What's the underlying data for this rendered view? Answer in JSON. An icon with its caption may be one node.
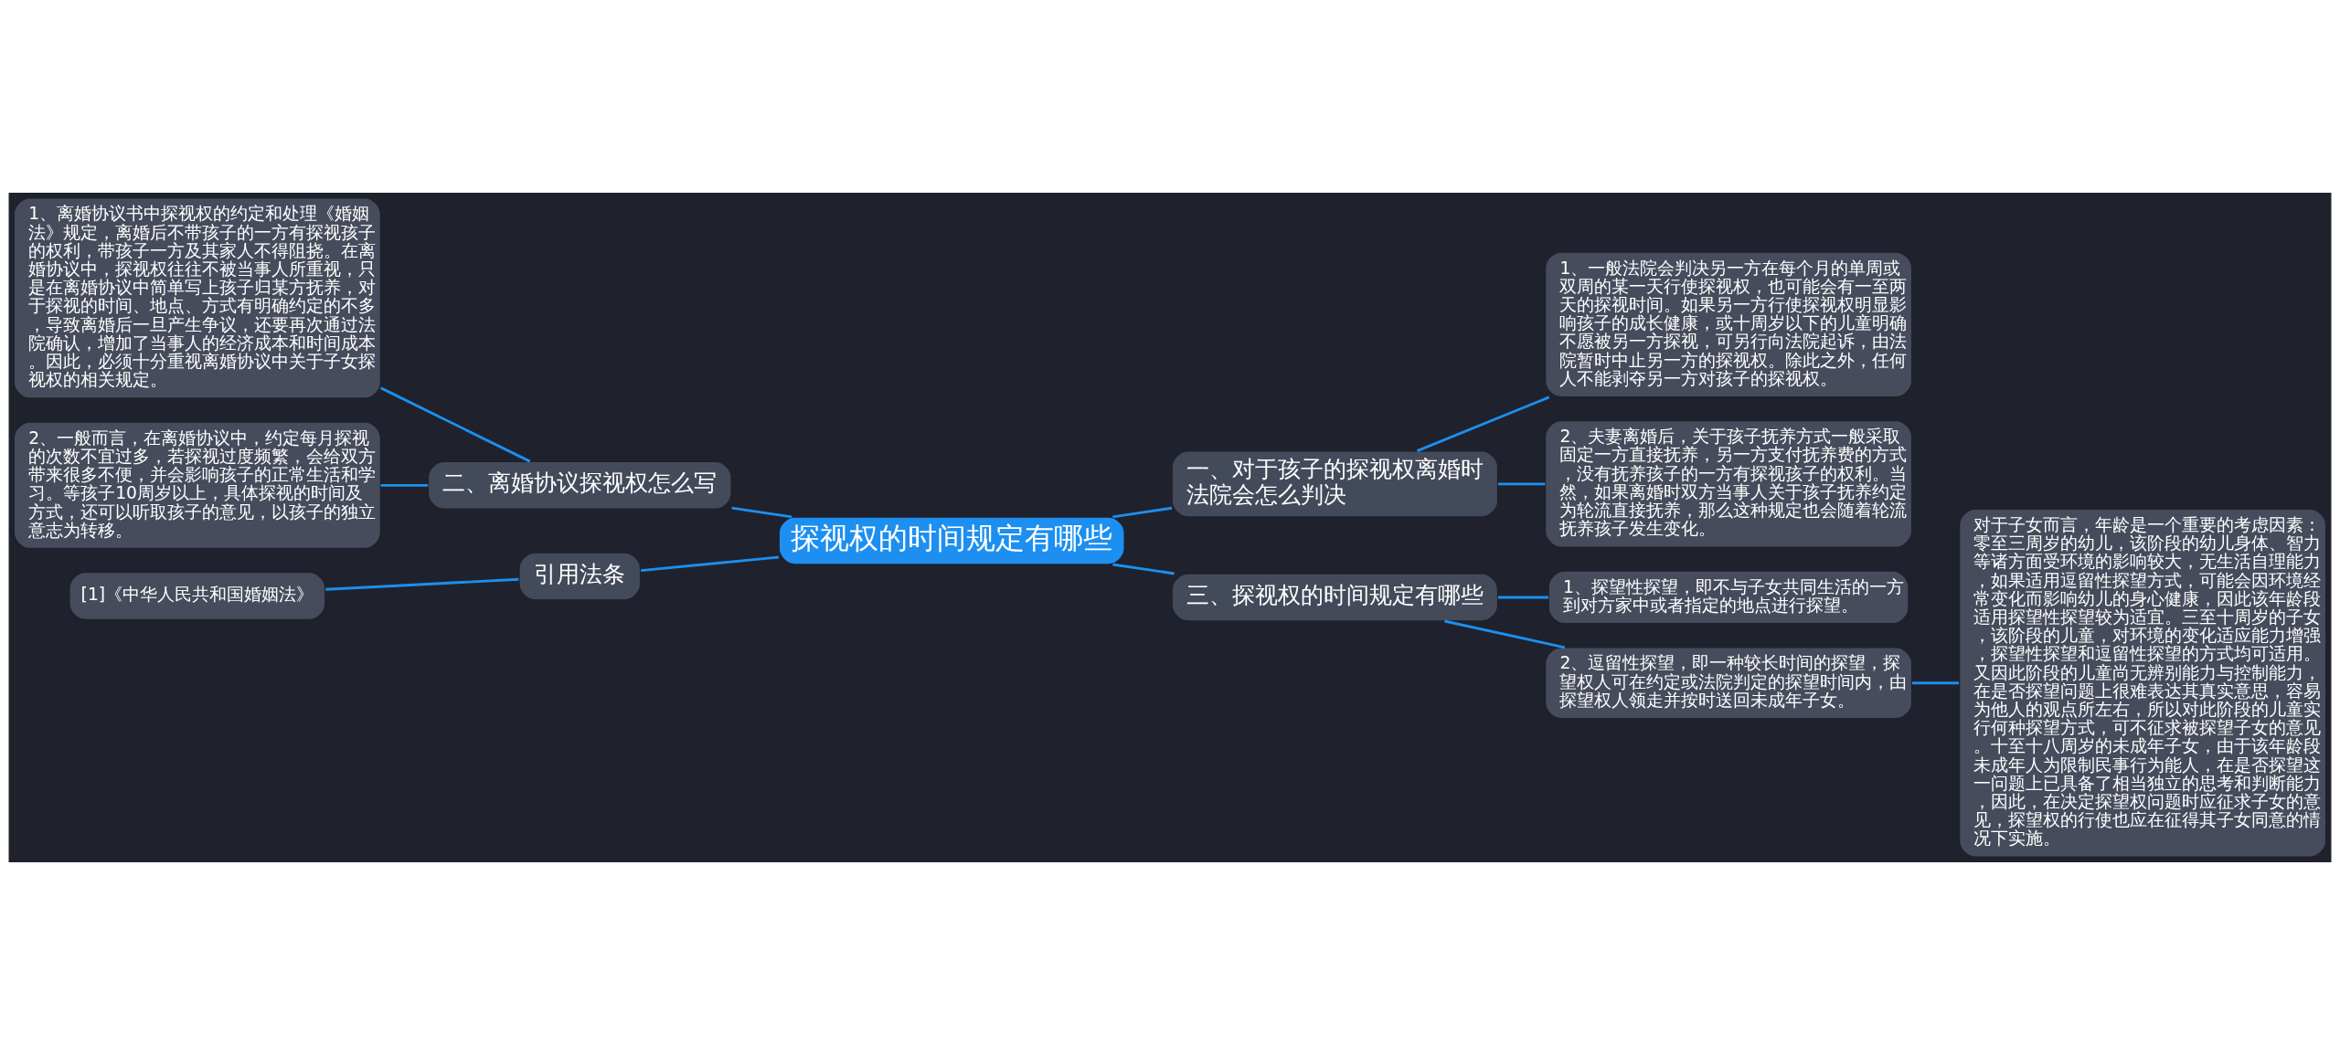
{
  "diagram": {
    "nodes": [
      {
        "text": [
          "探视权的时间规定有哪些"
        ]
      },
      {
        "text": [
          "二、离婚协议探视权怎么写"
        ]
      },
      {
        "text": [
          "1、离婚协议书中探视权的约定和处理《婚姻法》规定，离婚后不带孩子的一方有探视孩子的权利，带孩子一方及其家人不得阻挠。在离婚协议中，探视权往往不被当事人所重视，只是在离婚协议中简单写上孩子归某方抚养，对于探视的时间、地点、方式有明确约定的不多，导致离婚后一旦产生争议，还要再次通过法院确认，增加了当事人的经济成本和时间成本。因此，必须十分重视离婚协议中关于子女探视权的相关规定。"
        ]
      },
      {
        "text": [
          "2、一般而言，在离婚协议中，约定每月探视的次数不宜过多，若探视过度频繁，会给双方带来很多不便，并会影响孩子的正常生活和学习。等孩子10周岁以上，具体探视的时间及方式，还可以听取孩子的意见，以孩子的独立意志为转移。"
        ]
      },
      {
        "text": [
          "引用法条"
        ]
      },
      {
        "text": [
          "[1]《中华人民共和国婚姻法》"
        ]
      },
      {
        "text": [
          "一、对于孩子的探视权离婚时法院会怎么判决"
        ]
      },
      {
        "text": [
          "1、一般法院会判决另一方在每个月的单周或双周的某一天行使探视权，也可能会有一至两天的探视时间。如果另一方行使探视权明显影响孩子的成长健康，或十周岁以下的儿童明确不愿被另一方探视，可另行向法院起诉，由法院暂时中止另一方的探视权。除此之外，任何人不能剥夺另一方对孩子的探视权。"
        ]
      },
      {
        "text": [
          "2、夫妻离婚后，关于孩子抚养方式一般采取固定一方直接抚养，另一方支付抚养费的方式，没有抚养孩子的一方有探视孩子的权利。当然，如果离婚时双方当事人关于孩子抚养约定为轮流直接抚养，那么这种规定也会随着轮流抚养孩子发生变化。"
        ]
      },
      {
        "text": [
          "三、探视权的时间规定有哪些"
        ]
      },
      {
        "text": [
          "1、探望性探望，即不与子女共同生活的一方到对方家中或者指定的地点进行探望。"
        ]
      },
      {
        "text": [
          "2、逗留性探望，即一种较长时间的探望，探望权人可在约定或法院判定的探望时间内，由探望权人领走并按时送回未成年子女。"
        ]
      },
      {
        "text": [
          "对于子女而言，年龄是一个重要的考虑因素：零至三周岁的幼儿，该阶段的幼儿身体、智力等诸方面受环境的影响较大，无生活自理能力，如果适用逗留性探望方式，可能会因环境经常变化而影响幼儿的身心健康，因此该年龄段适用探望性探望较为适宜。三至十周岁的子女，该阶段的儿童，对环境的变化适应能力增强，探望性探望和逗留性探望的方式均可适用。又因此阶段的儿童尚无辨别能力与控制能力，在是否探望问题上很难表达其真实意思，容易为他人的观点所左右，所以对此阶段的儿童实行何种探望方式，可不征求被探望子女的意见。十至十八周岁的未成年子女，由于该年龄段未成年人为限制民事行为能人，在是否探望这一问题上已具备了相当独立的思考和判断能力，因此，在决定探望权问题时应征求子女的意见，探望权的行使也应在征得其子女同意的情况下实施。"
        ]
      }
    ],
    "edges": [
      {
        "from": 2,
        "to": 1,
        "arrow": "none"
      },
      {
        "from": 3,
        "to": 1,
        "arrow": "none"
      },
      {
        "from": 1,
        "to": 0,
        "arrow": "none"
      },
      {
        "from": 5,
        "to": 4,
        "arrow": "none"
      },
      {
        "from": 4,
        "to": 0,
        "arrow": "none"
      },
      {
        "from": 0,
        "to": 6,
        "arrow": "none"
      },
      {
        "from": 6,
        "to": 7,
        "arrow": "none"
      },
      {
        "from": 6,
        "to": 8,
        "arrow": "none"
      },
      {
        "from": 0,
        "to": 9,
        "arrow": "none"
      },
      {
        "from": 9,
        "to": 10,
        "arrow": "none"
      },
      {
        "from": 9,
        "to": 11,
        "arrow": "none"
      },
      {
        "from": 11,
        "to": 12,
        "arrow": "none"
      }
    ]
  }
}
